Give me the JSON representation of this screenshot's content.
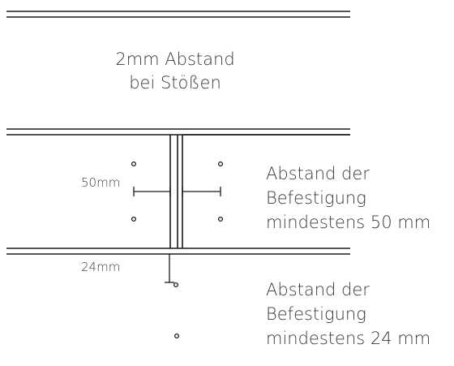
{
  "heading_lines": [
    "2mm Abstand",
    "bei Stößen"
  ],
  "dimensions": {
    "fastener_label": "50mm",
    "edge_label": "24mm"
  },
  "notes": {
    "fastener_spacing": [
      "Abstand der",
      "Befestigung",
      "mindestens 50 mm"
    ],
    "edge_spacing": [
      "Abstand der",
      "Befestigung",
      "mindestens 24 mm"
    ]
  },
  "colors": {
    "line": "#1a1a1a",
    "text": "#3a3a3a"
  }
}
